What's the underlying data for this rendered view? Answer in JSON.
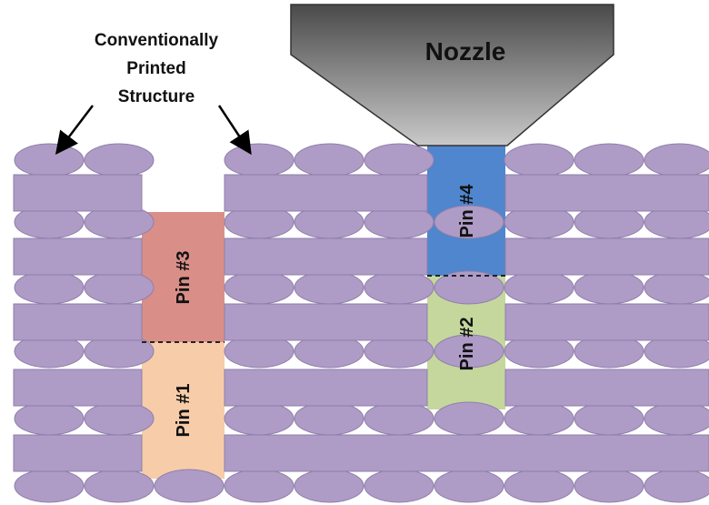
{
  "labels": {
    "nozzle": "Nozzle",
    "structure_line1": "Conventionally",
    "structure_line2": "Printed",
    "structure_line3": "Structure",
    "pin1": "Pin #1",
    "pin2": "Pin #2",
    "pin3": "Pin #3",
    "pin4": "Pin #4"
  },
  "colors": {
    "filament": "#AE9BC6",
    "filament_stroke": "#8F7FAA",
    "pin1": "#F7CCA8",
    "pin2": "#C5D79D",
    "pin3": "#DA8E88",
    "pin4": "#4F86CE",
    "nozzle_dark": "#4a4a4a",
    "nozzle_light": "#c6c6c6"
  }
}
